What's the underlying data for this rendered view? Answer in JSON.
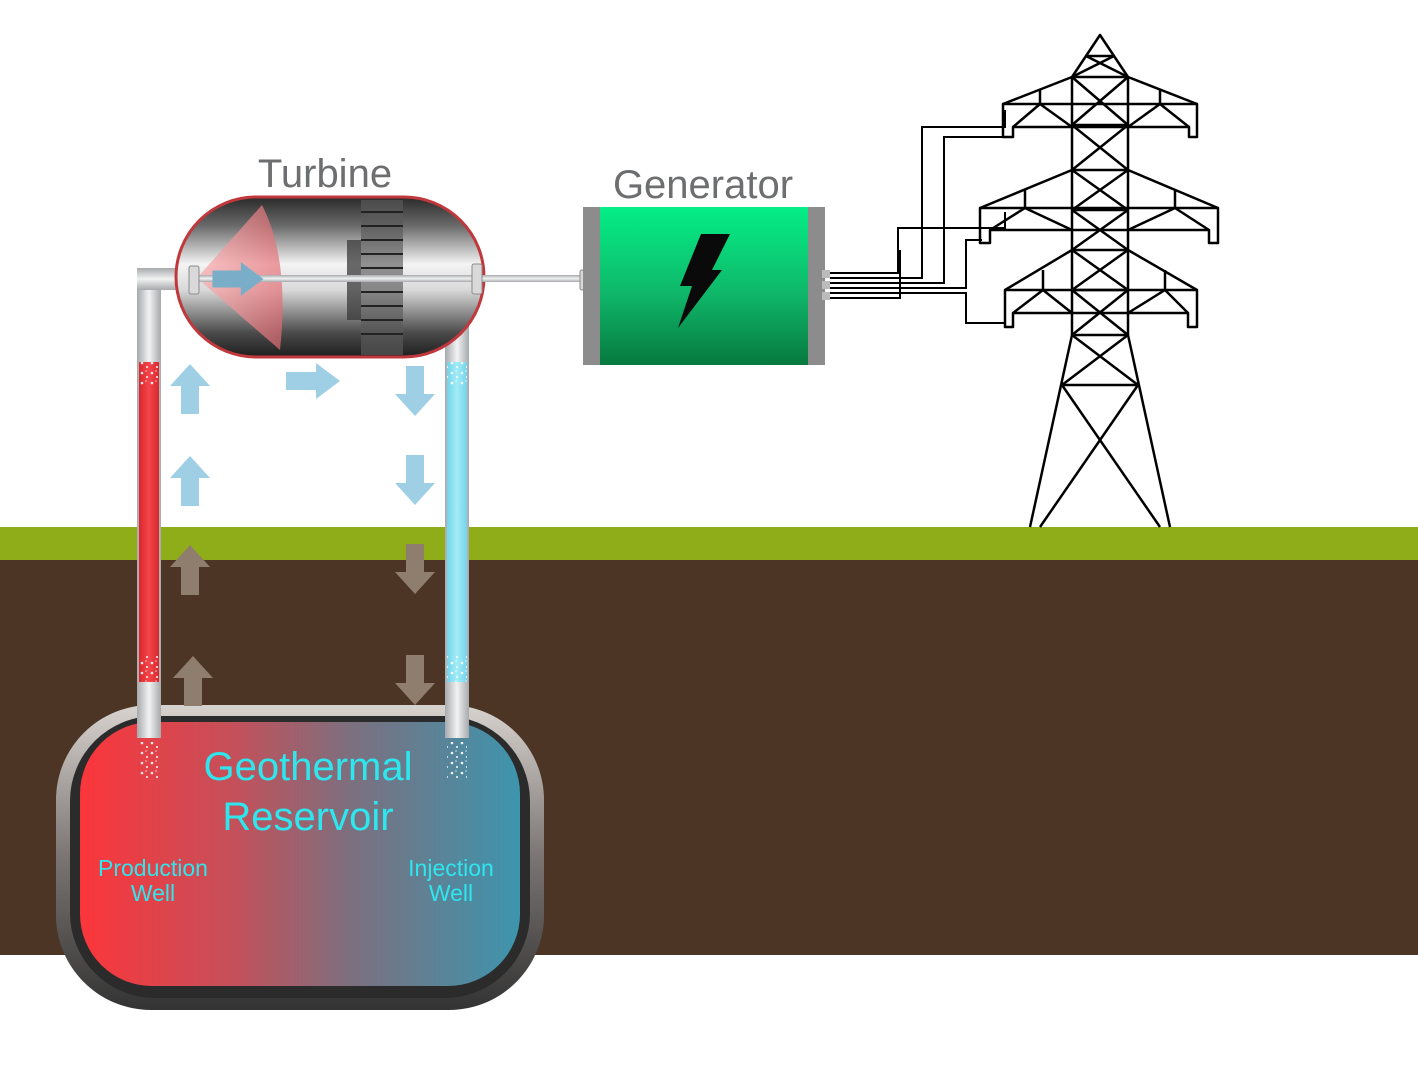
{
  "labels": {
    "turbine": "Turbine",
    "generator": "Generator",
    "reservoir_line1": "Geothermal",
    "reservoir_line2": "Reservoir",
    "production_line1": "Production",
    "production_line2": "Well",
    "injection_line1": "Injection",
    "injection_line2": "Well"
  },
  "colors": {
    "grass": "#8ead19",
    "soil": "#4c3525",
    "hot_water": "#f0353a",
    "cold_water": "#8ee2f2",
    "arrow_above_ground": "#9ecfe5",
    "arrow_below_ground": "#8f7e6e",
    "generator_green": "#10c873",
    "label_text": "#6d6e70",
    "reservoir_text": "#2ee6ee"
  },
  "icons": [
    "lightning-bolt-icon",
    "transmission-tower-icon"
  ]
}
